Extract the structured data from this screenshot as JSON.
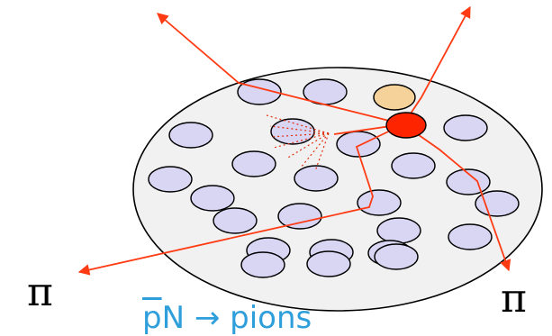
{
  "labels": {
    "pion_left": "π",
    "pion_right": "π",
    "caption_nucleon": "N",
    "caption_p": "p",
    "caption_arrow": " → pions"
  },
  "colors": {
    "nucleon_fill": "#d9d6f4",
    "nucleon_fill_highlight": "#f5d29a",
    "annihilation_fill": "#ff2400",
    "track": "#ff3b14",
    "nucleus_fill": "#f1f1f1",
    "caption": "#2f9fdc"
  },
  "icons": {
    "outgoing_arrow": "arrowhead",
    "spray": "dotted-fan"
  }
}
